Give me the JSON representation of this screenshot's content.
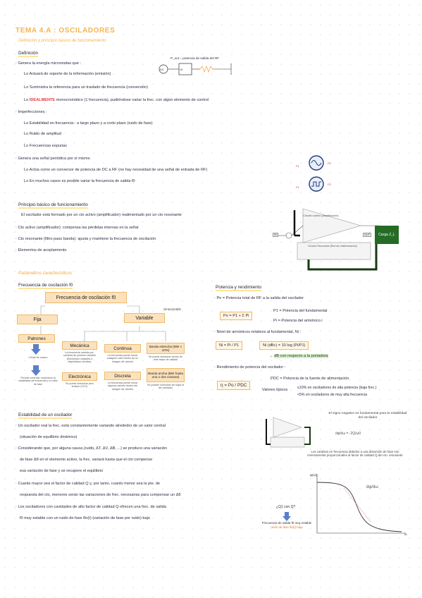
{
  "header": {
    "title": "TEMA 4.A : OSCILADORES",
    "subtitle": "Definición y principio básico de funcionamiento"
  },
  "definicion": {
    "heading": "Definición",
    "items": [
      "Genera la energía microondas que :",
      "Lo Actuará de soporte de la información (emisión)",
      "Lo Suministra la referencia para un traslado de frecuencia (conversión)",
      "IDEALMENTE",
      "monocromático (1 frecuencia), pudiéndose variar la frec. con algún elemento de control",
      "Imperfecciones :",
      "Lo Estabilidad en frecuencia : a largo plazo y a corto plazo (ruido de fase)",
      "Lo Ruido de amplitud",
      "Lo Frecuencias espurias",
      "Genera una señal periódica por sí mismo",
      "Lo Actúa como un conversor de potencia de DC a RF (no hay necesidad de una señal de entrada de RF)",
      "Lo En muchos casos es posible variar la frecuencia de salida f0"
    ],
    "diagram": {
      "pout_label": "P_out = potencia de salida del RF",
      "dc_label": "DC",
      "fo_label": "f0"
    }
  },
  "principio": {
    "heading": "Principio básico de funcionamiento",
    "items": [
      "El oscilador está formado por un cto activo (amplificador) realimentado por un cto resonante",
      "Cto activo (amplificador): compensa las pérdidas internas en la señal",
      "Cto resonante (filtro paso banda): ajusta y mantiene la frecuencia de oscilación",
      "Elementos de acoplamiento"
    ],
    "block": {
      "active": "Circuito activo (amplificador)",
      "resonant": "Circuito Resonante (Red de realimentación)",
      "load": "Carga Z_L",
      "in": "IN",
      "out": "OUT"
    },
    "signals": {
      "p1": "P1",
      "p2": "P2"
    }
  },
  "parametros": {
    "heading": "Parámetros característicos",
    "freq_heading": "Frecuencia de oscilación f0",
    "tree": {
      "root": "Frecuencia de oscilación f0",
      "sintonizable": "Sintonizable",
      "fija": "Fija",
      "variable": "Variable",
      "patrones": "Patrones",
      "cristal": "Cristal de cuarzo",
      "patrones_note": "Permite controlar muchísimo la estabilidad de frecuencia y el ruido de fase",
      "mecanica": "Mecánica",
      "mecanica_note": "La frecuencia cambia por: cambios de posición variable (Elementos variables o dispositivos móviles)",
      "continua": "Continua",
      "continua_note": "La frecuencia puede tomar cualquier valor dentro de un margen de valores",
      "banda_estrecha": "Banda estrecha (BW < 10%)",
      "banda_estrecha_note": "Se puede sintonizar dentro de este factor de calidad",
      "electronica": "Electrónica",
      "electronica_note": "Se puede sintonizar pero tensión (VCO)",
      "discreta": "Discreta",
      "discreta_note": "La frecuencia puede tomar algunos valores dentro del margen de valores",
      "banda_ancha": "Banda ancha (BW hasta una o dos octavas)",
      "banda_ancha_note": "Se pueden sintonizar sin bajar la del oscilador"
    },
    "potencia": {
      "heading": "Potencia y rendimiento",
      "po_def": "Po = Potencia total de RF a la salida del oscilador",
      "po_formula": "Po = P1 + Σ Pi",
      "p1_def": "P1 = Potencia del fundamental",
      "pi_def": "Pi = Potencia del armónico i",
      "armonicos": "Nivel de armónicos relativos al fundamental, Ni :",
      "ni_formula": "Ni = Pi / P1",
      "ni_db": "Ni (dBc) = 10 log (Pi/P1)",
      "dbc_note": "dB con respecto a la portadora",
      "rend": "Rendimiento de potencia del oscilador :",
      "pdc_def": "PDC = Potencia de la fuente de alimentación",
      "eta": "η = Po / PDC",
      "valores": "Valores típicos",
      "v1": "≤10% en osciladores de alta potencia (baja frec.)",
      "v2": "<5% en osciladores de muy alta frecuencia"
    }
  },
  "estabilidad": {
    "heading": "Estabilidad de un oscilador",
    "items": [
      "Un oscilador real la frec. está constantemente variando alrededor de un valor central",
      "(situación de equilibrio dinámico)",
      "Considerando que, por alguna causa (ruido, ΔT, ΔV, ΔB, ...) se produce una variación",
      "de fase Δθ en el elemento activo, la frec. variará hasta que el cto compense",
      "esa variación de fase y se recupere el equilibrio",
      "Cuanto mayor sea el factor de calidad Q y, por tanto, cuanto menor sea la pte. de",
      "respuesta del cto, menores serán las variaciones de frec. necesarias para compensar un Δθ",
      "Los osciladores con cavidades de alto factor de calidad Q ofrecen una frec. de salida",
      "f0 muy estable con un ruido de fase θn(t) (variación de fase por ruido) bajo"
    ],
    "notes": {
      "sign": "El signo negativo es fundamental para la estabilidad del oscilador",
      "cambios": "Los cambios en frecuencia debidos a una distorsión de fase son inversamente proporcionales al factor de calidad Q del cto. resonante",
      "q_question": "¿Q1 con Q?",
      "freq_note": "Frecuencia de salida f0 muy estable",
      "ruido_note": "ruido de fase θn(t) bajo"
    },
    "graph": {
      "ylabel": "φ(ω)",
      "xlabel": "ω",
      "slope": "dφ/dω",
      "eq": "dφ/dω = -2Q/ω0"
    }
  }
}
